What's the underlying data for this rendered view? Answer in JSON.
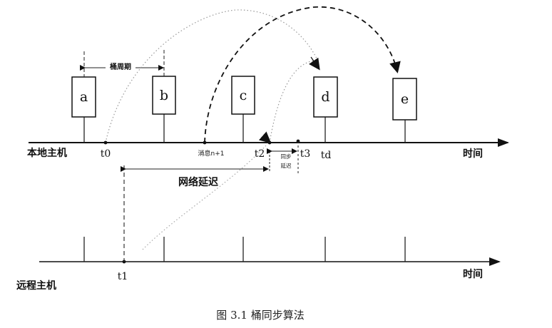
{
  "diagram": {
    "buckets": [
      "a",
      "b",
      "c",
      "d",
      "e"
    ],
    "local_axis_label": "本地主机",
    "remote_axis_label": "远程主机",
    "time_label_local": "时间",
    "time_label_remote": "时间",
    "period_label": "桶周期",
    "network_delay_label": "网络延迟",
    "sync_delay_label_line1": "同步",
    "sync_delay_label_line2": "延迟",
    "message_label": "消息n+1",
    "ticks": {
      "t0": "t0",
      "t2": "t2",
      "t3": "t3",
      "td": "td",
      "t1": "t1"
    },
    "caption": "图 3.1 桶同步算法"
  }
}
